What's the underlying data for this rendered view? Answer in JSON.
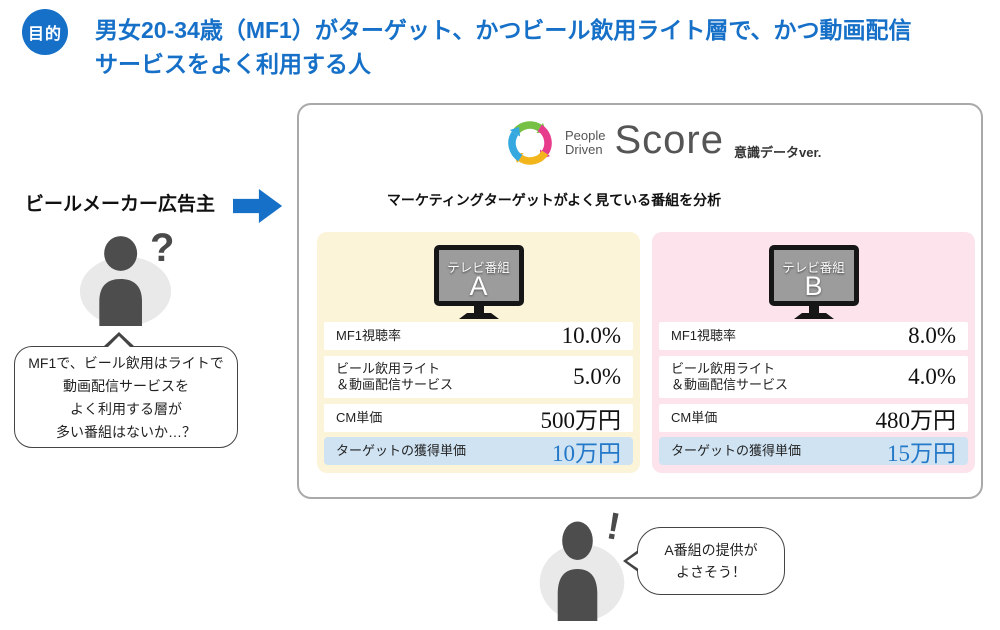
{
  "header": {
    "badge_label": "目的",
    "title_line1": "男女20-34歳（MF1）がターゲット、かつビール飲用ライト層で、かつ動画配信",
    "title_line2": "サービスをよく利用する人"
  },
  "advertiser": {
    "label": "ビールメーカー広告主",
    "question_mark": "?",
    "bubble_lines": [
      "MF1で、ビール飲用はライトで",
      "動画配信サービスを",
      "よく利用する層が",
      "多い番組はないか…？"
    ]
  },
  "panel": {
    "logo": {
      "brand_line1": "People",
      "brand_line2": "Driven",
      "brand_main": "Score",
      "version": "意識データver."
    },
    "title": "マーケティングターゲットがよく見ている番組を分析",
    "cards": [
      {
        "tv_label": "テレビ番組",
        "tv_letter": "A",
        "rows": [
          {
            "label": "MF1視聴率",
            "value": "10.0%"
          },
          {
            "label": "ビール飲用ライト\n＆動画配信サービス",
            "value": "5.0%"
          },
          {
            "label": "CM単価",
            "value": "500万円"
          },
          {
            "label": "ターゲットの獲得単価",
            "value": "10万円"
          }
        ]
      },
      {
        "tv_label": "テレビ番組",
        "tv_letter": "B",
        "rows": [
          {
            "label": "MF1視聴率",
            "value": "8.0%"
          },
          {
            "label": "ビール飲用ライト\n＆動画配信サービス",
            "value": "4.0%"
          },
          {
            "label": "CM単価",
            "value": "480万円"
          },
          {
            "label": "ターゲットの獲得単価",
            "value": "15万円"
          }
        ]
      }
    ]
  },
  "conclusion": {
    "exclamation_mark": "!",
    "bubble_lines": [
      "A番組の提供が",
      "よさそう！"
    ]
  },
  "colors": {
    "accent_blue": "#1670c8",
    "card_a_bg": "#fcf4d9",
    "card_b_bg": "#fce3ec",
    "highlight_row_bg": "#cfe3f2",
    "highlight_value_blue": "#2478c8",
    "logo_green": "#76c043",
    "logo_pink": "#e73b8c",
    "logo_yellow": "#f2b51c",
    "logo_blue": "#35a8e0",
    "panel_border": "#a9a9a9"
  }
}
